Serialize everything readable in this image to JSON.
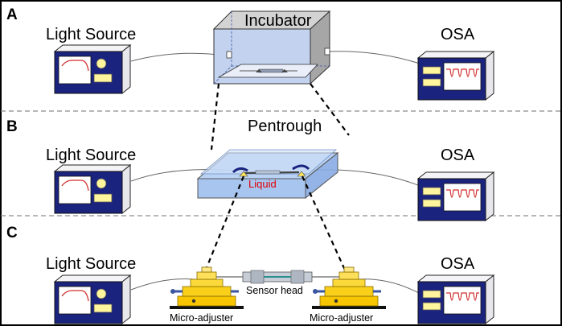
{
  "panels": [
    {
      "letter": "A",
      "left_label": "Light Source",
      "right_label": "OSA",
      "center_label": "Incubator"
    },
    {
      "letter": "B",
      "left_label": "Light Source",
      "right_label": "OSA",
      "center_label": "Pentrough",
      "liquid_label": "Liquid"
    },
    {
      "letter": "C",
      "left_label": "Light Source",
      "right_label": "OSA",
      "sensor_label": "Sensor head",
      "adjuster_left_label": "Micro-adjuster",
      "adjuster_right_label": "Micro-adjuster"
    }
  ],
  "colors": {
    "device_navy": "#1a237e",
    "device_side": "#e8e8ec",
    "screen_curve": "#d32f2f",
    "panel_yellow": "#fff59d",
    "incubator_blue": "#c3d2ee",
    "incubator_gray": "#a6a6a6",
    "trough_blue": "#aecbf2",
    "adjuster_gold": "#f7c600",
    "divider": "#8c8c8c",
    "liquid_text": "#e00000"
  }
}
